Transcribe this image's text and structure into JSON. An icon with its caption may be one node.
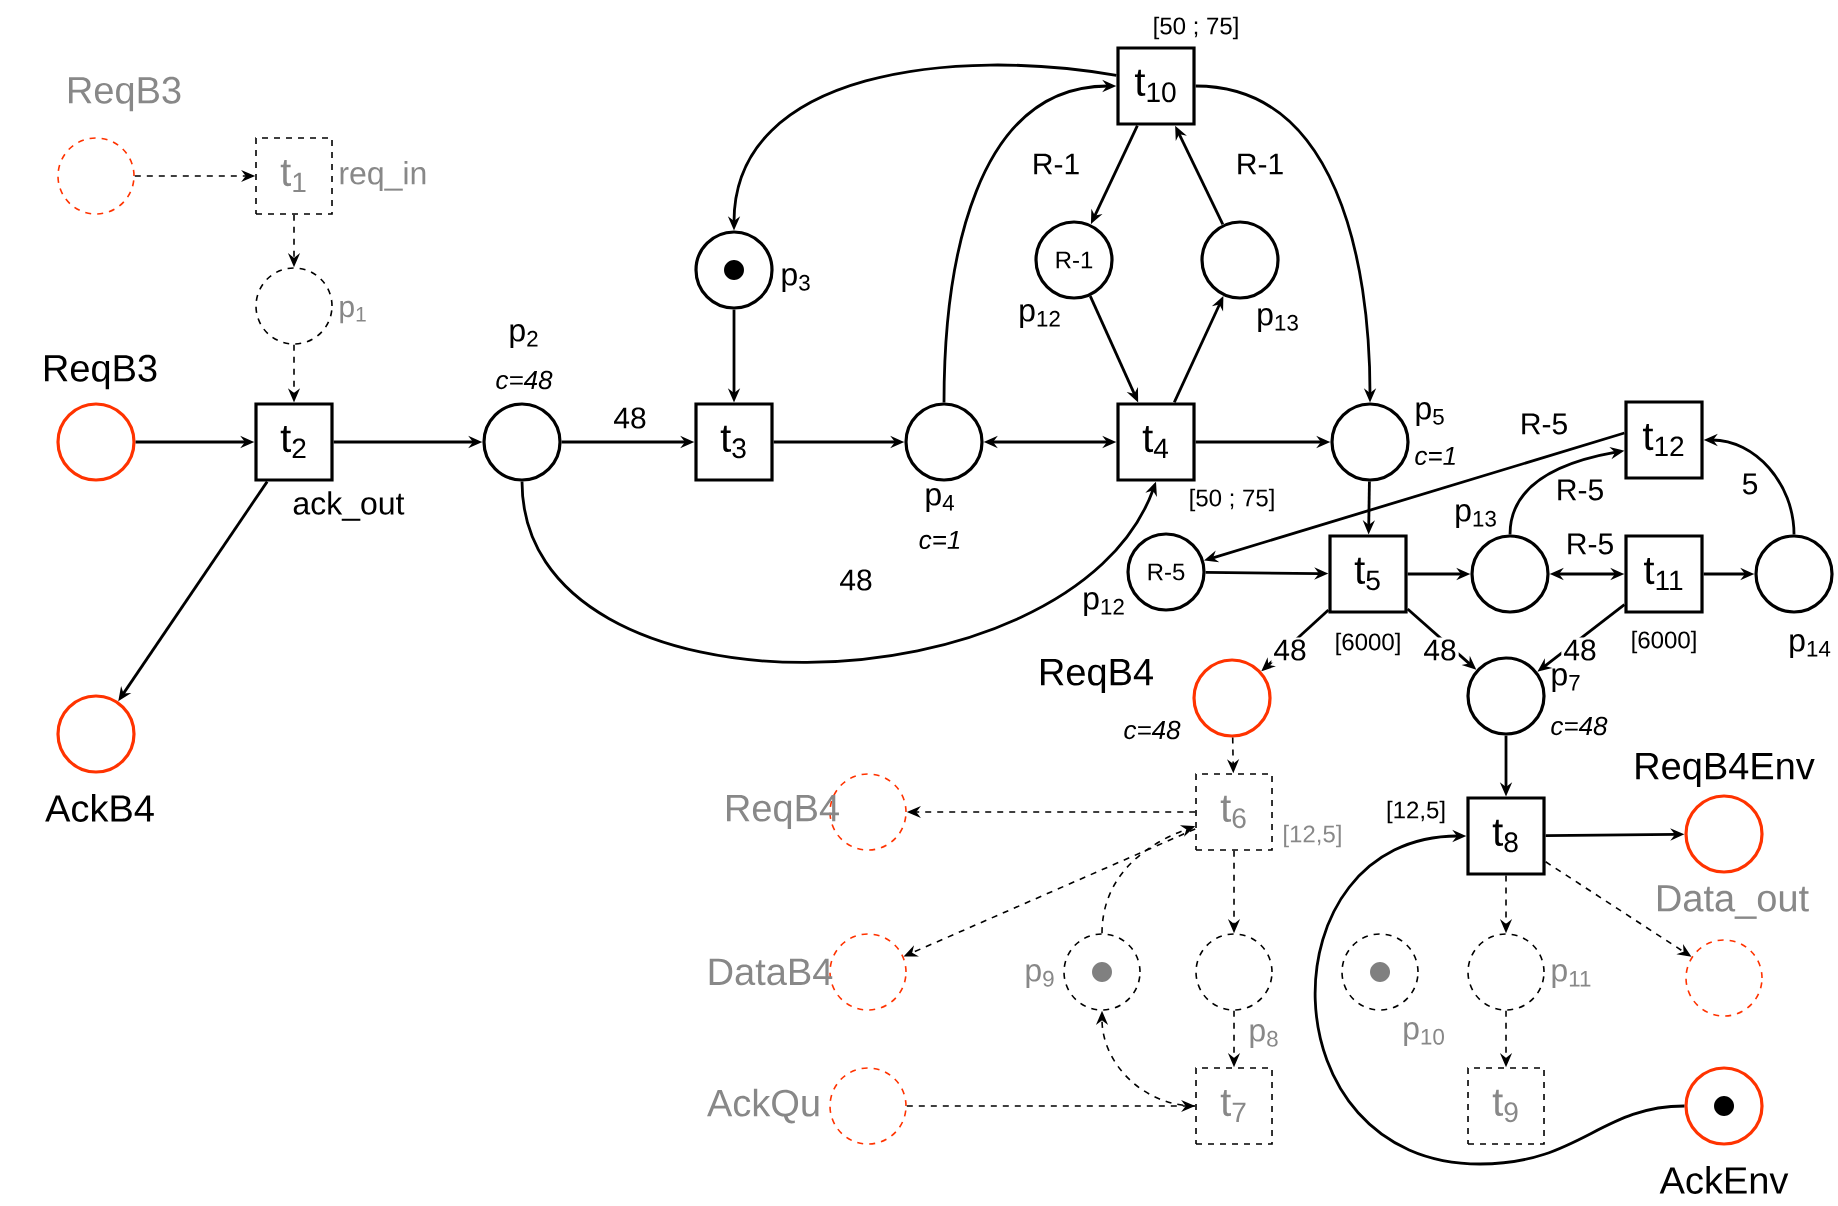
{
  "diagram": {
    "nodes": [
      {
        "text": [],
        "shape": "circle",
        "beside": [
          "ReqB3"
        ]
      },
      {
        "text": [
          "t$_{1}$"
        ],
        "beside": [
          "req_in"
        ]
      },
      {
        "text": [],
        "shape": "circle",
        "beside": [
          "p$_{1}$"
        ]
      },
      {
        "text": [],
        "shape": "circle",
        "beside": [
          "ReqB3"
        ]
      },
      {
        "text": [
          "t$_{2}$"
        ],
        "beside": [
          "ack_out"
        ]
      },
      {
        "text": [],
        "shape": "circle",
        "beside": [
          "p$_{2}$",
          "c=48"
        ]
      },
      {
        "text": [],
        "shape": "circle",
        "beside": [
          "AckB4"
        ]
      },
      {
        "text": [],
        "shape": "circle",
        "beside": [
          "p$_{3}$"
        ]
      },
      {
        "text": [
          "t$_{3}$"
        ]
      },
      {
        "text": [],
        "shape": "circle",
        "beside": [
          "p$_{4}$",
          "c=1"
        ]
      },
      {
        "text": [
          "t$_{10}$"
        ],
        "beside": [
          "[50 ; 75]"
        ]
      },
      {
        "text": [
          "R-1"
        ],
        "beside": [
          "p$_{12}$"
        ]
      },
      {
        "text": [],
        "shape": "circle",
        "beside": [
          "p$_{13}$"
        ]
      },
      {
        "text": [
          "t$_{4}$"
        ],
        "beside": [
          "[50 ; 75]"
        ]
      },
      {
        "text": [],
        "shape": "circle",
        "beside": [
          "p$_{5}$",
          "c=1"
        ]
      },
      {
        "text": [
          "t$_{12}$"
        ]
      },
      {
        "text": [
          "R-5"
        ],
        "beside": [
          "p$_{12}$"
        ]
      },
      {
        "text": [
          "t$_{5}$"
        ],
        "beside": [
          "[6000]"
        ]
      },
      {
        "text": [],
        "shape": "circle",
        "beside": [
          "p$_{13}$"
        ]
      },
      {
        "text": [
          "t$_{11}$"
        ],
        "beside": [
          "[6000]"
        ]
      },
      {
        "text": [],
        "shape": "circle",
        "beside": [
          "p$_{14}$"
        ]
      },
      {
        "text": [],
        "shape": "circle",
        "beside": [
          "ReqB4",
          "c=48"
        ]
      },
      {
        "text": [],
        "shape": "circle",
        "beside": [
          "p$_{7}$",
          "c=48"
        ]
      },
      {
        "text": [],
        "shape": "circle",
        "beside": [
          "ReqB4"
        ]
      },
      {
        "text": [
          "t$_{6}$"
        ],
        "beside": [
          "[12,5]"
        ]
      },
      {
        "text": [
          "t$_{8}$"
        ],
        "beside": [
          "[12,5]"
        ]
      },
      {
        "text": [],
        "shape": "circle",
        "beside": [
          "ReqB4Env"
        ]
      },
      {
        "text": [],
        "shape": "circle",
        "beside": [
          "DataB4"
        ]
      },
      {
        "text": [],
        "shape": "circle",
        "beside": [
          "p$_{9}$"
        ]
      },
      {
        "text": [],
        "shape": "circle",
        "beside": [
          "p$_{8}$"
        ]
      },
      {
        "text": [],
        "shape": "circle",
        "beside": [
          "p$_{10}$"
        ]
      },
      {
        "text": [],
        "shape": "circle",
        "beside": [
          "p$_{11}$"
        ]
      },
      {
        "text": [],
        "shape": "circle",
        "beside": [
          "Data_out"
        ]
      },
      {
        "text": [],
        "shape": "circle",
        "beside": [
          "AckQu"
        ]
      },
      {
        "text": [
          "t$_{7}$"
        ]
      },
      {
        "text": [
          "t$_{9}$"
        ]
      },
      {
        "text": [],
        "shape": "circle",
        "beside": [
          "AckEnv"
        ]
      }
    ],
    "edges": [
      {
        "from": 0,
        "to": 1,
        "arrow": "to",
        "style": "dashed"
      },
      {
        "from": 1,
        "to": 2,
        "arrow": "to",
        "style": "dashed"
      },
      {
        "from": 2,
        "to": 4,
        "arrow": "to",
        "style": "dashed"
      },
      {
        "from": 3,
        "to": 4,
        "arrow": "to"
      },
      {
        "from": 4,
        "to": 5,
        "arrow": "to"
      },
      {
        "from": 4,
        "to": 6,
        "arrow": "to"
      },
      {
        "from": 5,
        "to": 8,
        "arrow": "to",
        "label": "48"
      },
      {
        "from": 7,
        "to": 8,
        "arrow": "to"
      },
      {
        "from": 8,
        "to": 9,
        "arrow": "to"
      },
      {
        "from": 10,
        "to": 7,
        "arrow": "to"
      },
      {
        "from": 9,
        "to": 10,
        "arrow": "to"
      },
      {
        "from": 9,
        "to": 13,
        "arrow": "both"
      },
      {
        "from": 10,
        "to": 11,
        "arrow": "to",
        "label": "R-1"
      },
      {
        "from": 12,
        "to": 10,
        "arrow": "to",
        "label": "R-1"
      },
      {
        "from": 11,
        "to": 13,
        "arrow": "to"
      },
      {
        "from": 13,
        "to": 12,
        "arrow": "to"
      },
      {
        "from": 10,
        "to": 14,
        "arrow": "to"
      },
      {
        "from": 13,
        "to": 14,
        "arrow": "to"
      },
      {
        "from": 5,
        "to": 13,
        "arrow": "to",
        "label": "48"
      },
      {
        "from": 14,
        "to": 17,
        "arrow": "to"
      },
      {
        "from": 15,
        "to": 16,
        "arrow": "to",
        "label": "R-5"
      },
      {
        "from": 16,
        "to": 17,
        "arrow": "to"
      },
      {
        "from": 17,
        "to": 18,
        "arrow": "to"
      },
      {
        "from": 18,
        "to": 15,
        "arrow": "to",
        "label": "R-5"
      },
      {
        "from": 18,
        "to": 19,
        "arrow": "both",
        "label": "R-5"
      },
      {
        "from": 19,
        "to": 20,
        "arrow": "to"
      },
      {
        "from": 20,
        "to": 15,
        "arrow": "to",
        "label": "5"
      },
      {
        "from": 17,
        "to": 21,
        "arrow": "to",
        "label": "48"
      },
      {
        "from": 17,
        "to": 22,
        "arrow": "to",
        "label": "48"
      },
      {
        "from": 19,
        "to": 22,
        "arrow": "to",
        "label": "48"
      },
      {
        "from": 22,
        "to": 25,
        "arrow": "to"
      },
      {
        "from": 21,
        "to": 24,
        "arrow": "to",
        "style": "dashed"
      },
      {
        "from": 24,
        "to": 23,
        "arrow": "to",
        "style": "dashed"
      },
      {
        "from": 24,
        "to": 27,
        "arrow": "to",
        "style": "dashed"
      },
      {
        "from": 28,
        "to": 24,
        "arrow": "to",
        "style": "dashed"
      },
      {
        "from": 24,
        "to": 29,
        "arrow": "to",
        "style": "dashed"
      },
      {
        "from": 29,
        "to": 34,
        "arrow": "to",
        "style": "dashed"
      },
      {
        "from": 34,
        "to": 28,
        "arrow": "to",
        "style": "dashed"
      },
      {
        "from": 33,
        "to": 34,
        "arrow": "to",
        "style": "dashed"
      },
      {
        "from": 25,
        "to": 26,
        "arrow": "to"
      },
      {
        "from": 25,
        "to": 32,
        "arrow": "to",
        "style": "dashed"
      },
      {
        "from": 25,
        "to": 31,
        "arrow": "to",
        "style": "dashed"
      },
      {
        "from": 31,
        "to": 35,
        "arrow": "to",
        "style": "dashed"
      },
      {
        "from": 36,
        "to": 25,
        "arrow": "to"
      }
    ]
  }
}
